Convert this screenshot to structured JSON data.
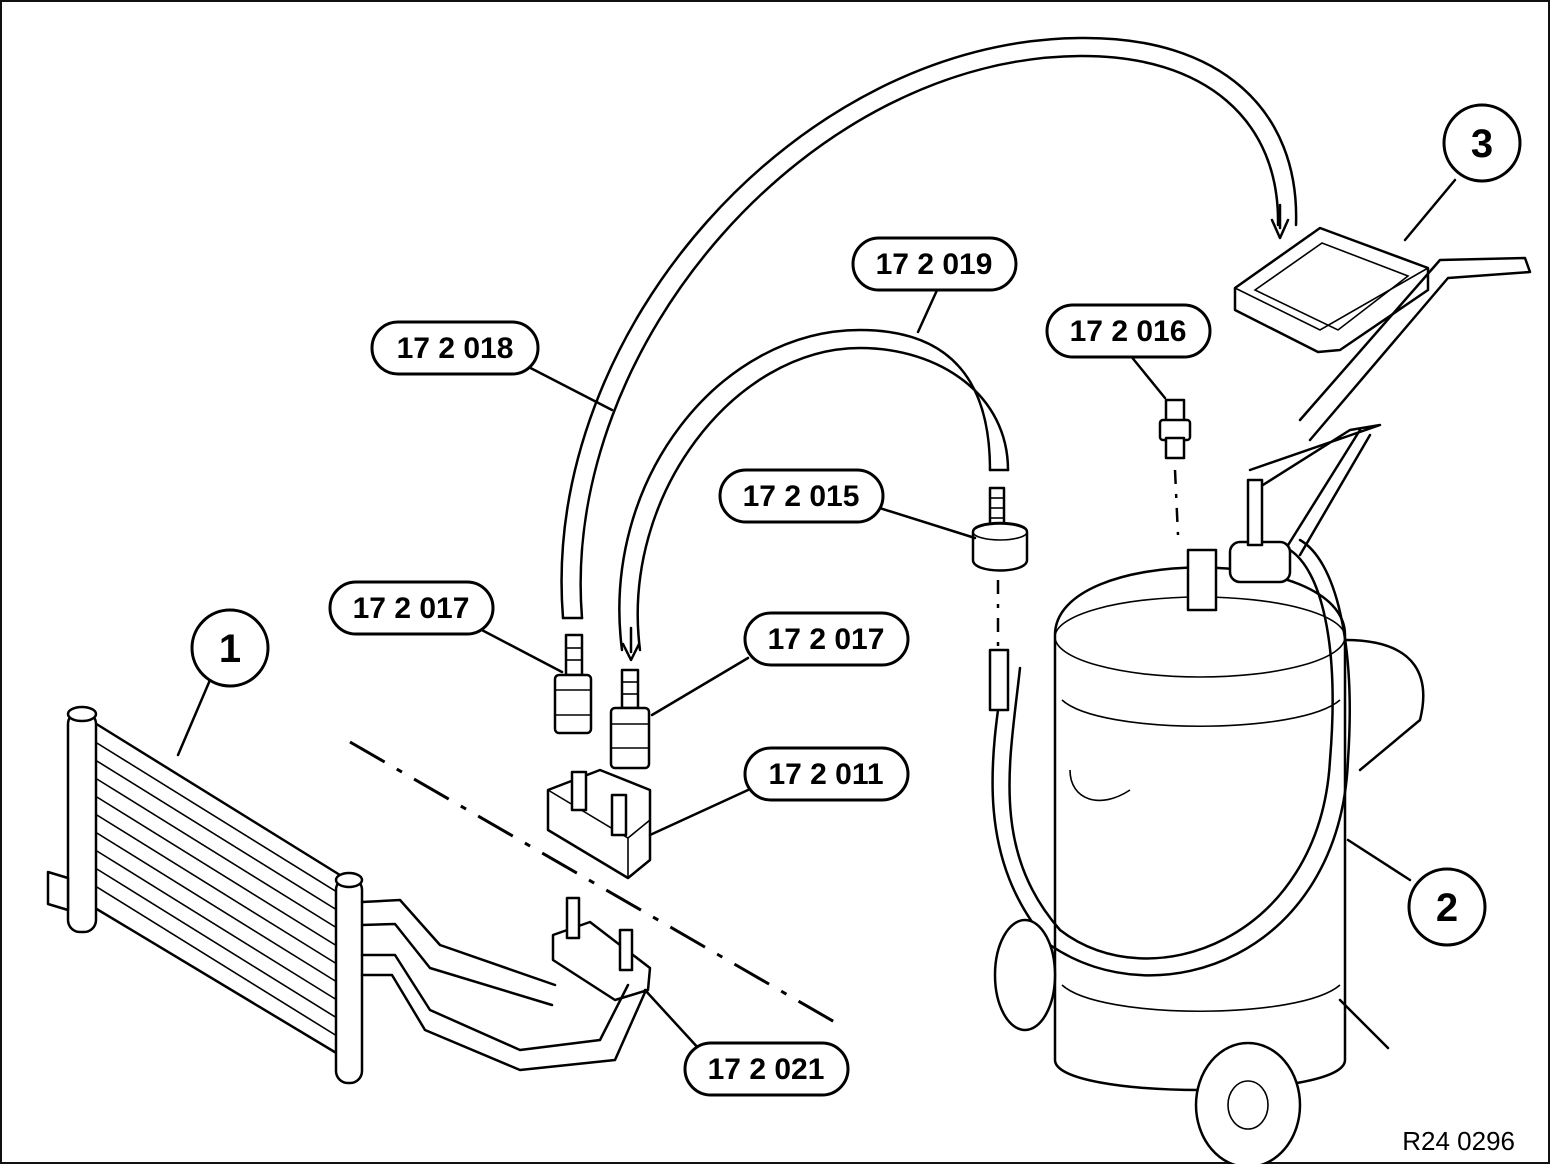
{
  "callouts": {
    "c_172018": "17 2 018",
    "c_172019": "17 2 019",
    "c_172016": "17 2 016",
    "c_172015": "17 2 015",
    "c_172017_left": "17 2 017",
    "c_172017_right": "17 2 017",
    "c_172011": "17 2 011",
    "c_172021": "17 2 021"
  },
  "item_numbers": {
    "n1": "1",
    "n2": "2",
    "n3": "3"
  },
  "figure_ref": "R24 0296"
}
